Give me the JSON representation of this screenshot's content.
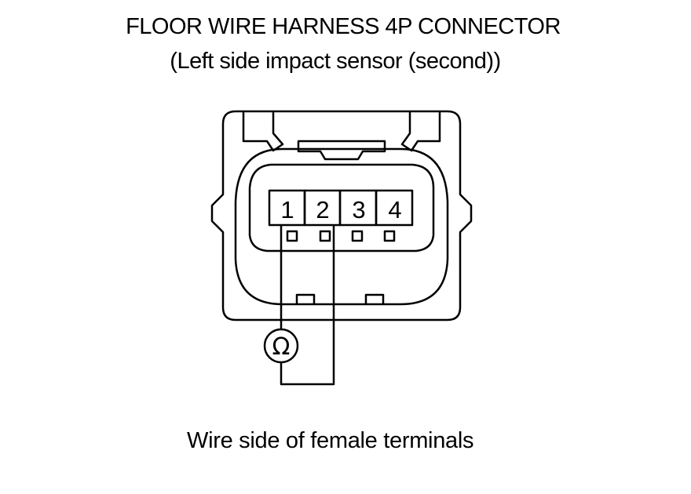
{
  "header": {
    "title": "FLOOR WIRE HARNESS 4P CONNECTOR",
    "subtitle": "(Left side impact sensor (second))"
  },
  "connector": {
    "pins": [
      "1",
      "2",
      "3",
      "4"
    ],
    "meter_symbol": "Ω",
    "meter_icon": "ohmmeter-icon",
    "meter_between_pins": [
      "1",
      "2"
    ]
  },
  "footer": {
    "caption": "Wire side of female terminals"
  }
}
